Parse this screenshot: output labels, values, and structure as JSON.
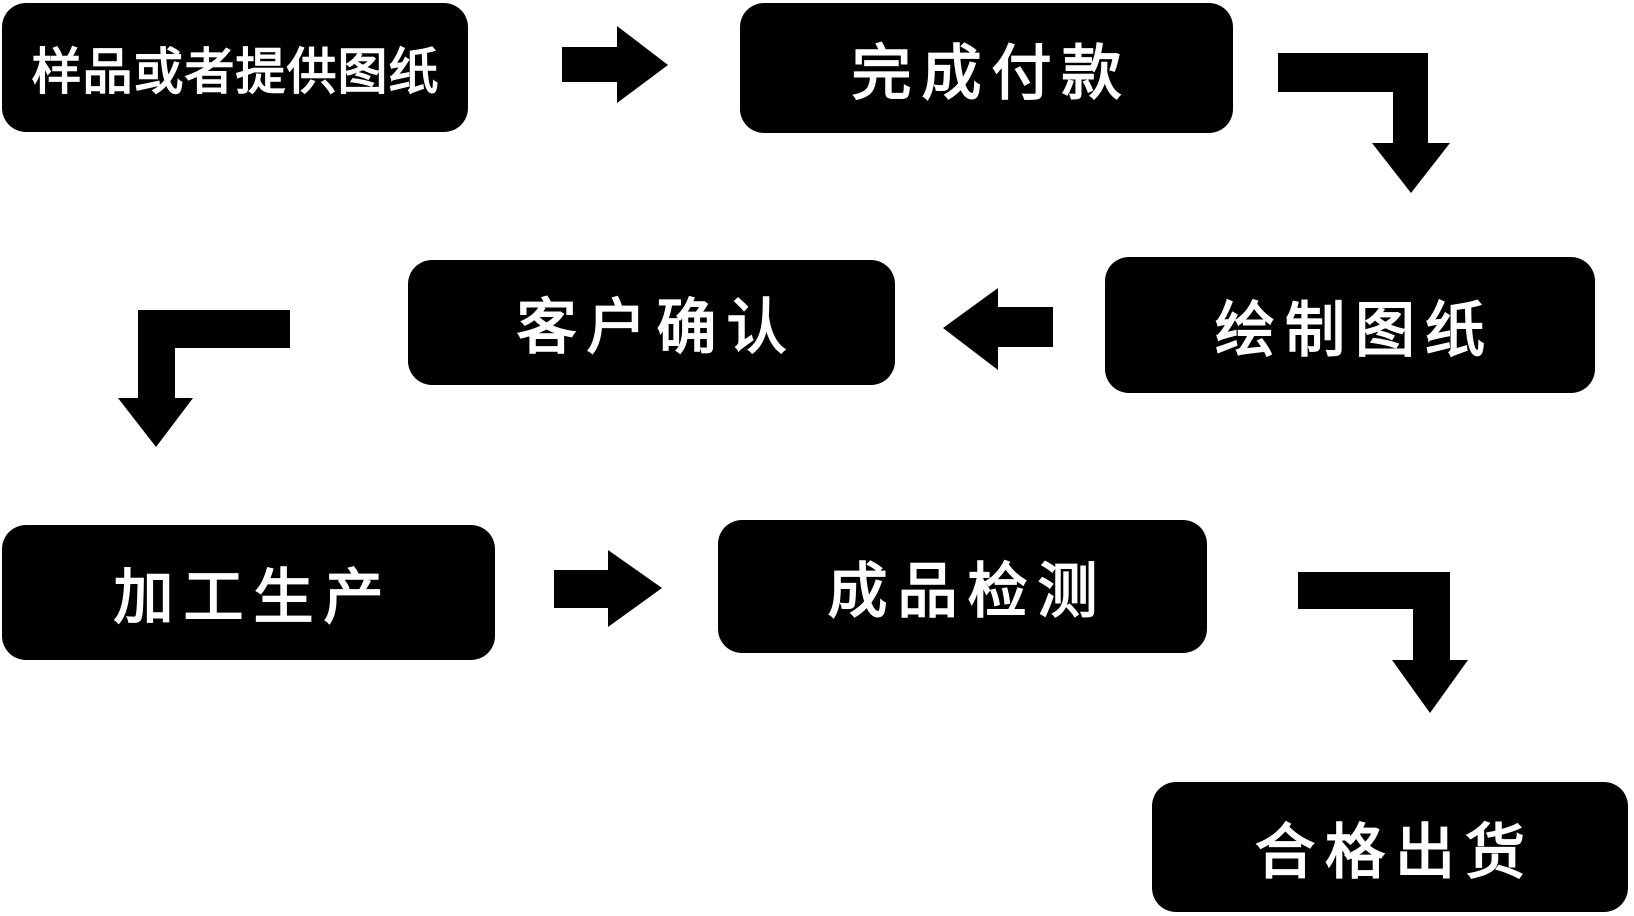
{
  "diagram": {
    "type": "flowchart",
    "background": "#ffffff",
    "colors": {
      "node_fill": "#000000",
      "node_text": "#ffffff",
      "arrow": "#000000"
    },
    "nodes": [
      {
        "id": "sample-or-drawing",
        "label": "样品或者提供图纸"
      },
      {
        "id": "complete-payment",
        "label": "完成付款"
      },
      {
        "id": "draw-drawings",
        "label": "绘制图纸"
      },
      {
        "id": "customer-confirmation",
        "label": "客户确认"
      },
      {
        "id": "processing-production",
        "label": "加工生产"
      },
      {
        "id": "finished-inspection",
        "label": "成品检测"
      },
      {
        "id": "qualified-shipment",
        "label": "合格出货"
      }
    ],
    "edges": [
      {
        "from": "sample-or-drawing",
        "to": "complete-payment",
        "shape": "straight-right"
      },
      {
        "from": "complete-payment",
        "to": "draw-drawings",
        "shape": "elbow-right-down"
      },
      {
        "from": "draw-drawings",
        "to": "customer-confirmation",
        "shape": "straight-left"
      },
      {
        "from": "customer-confirmation",
        "to": "processing-production",
        "shape": "elbow-left-down"
      },
      {
        "from": "processing-production",
        "to": "finished-inspection",
        "shape": "straight-right"
      },
      {
        "from": "finished-inspection",
        "to": "qualified-shipment",
        "shape": "elbow-right-down"
      }
    ]
  }
}
